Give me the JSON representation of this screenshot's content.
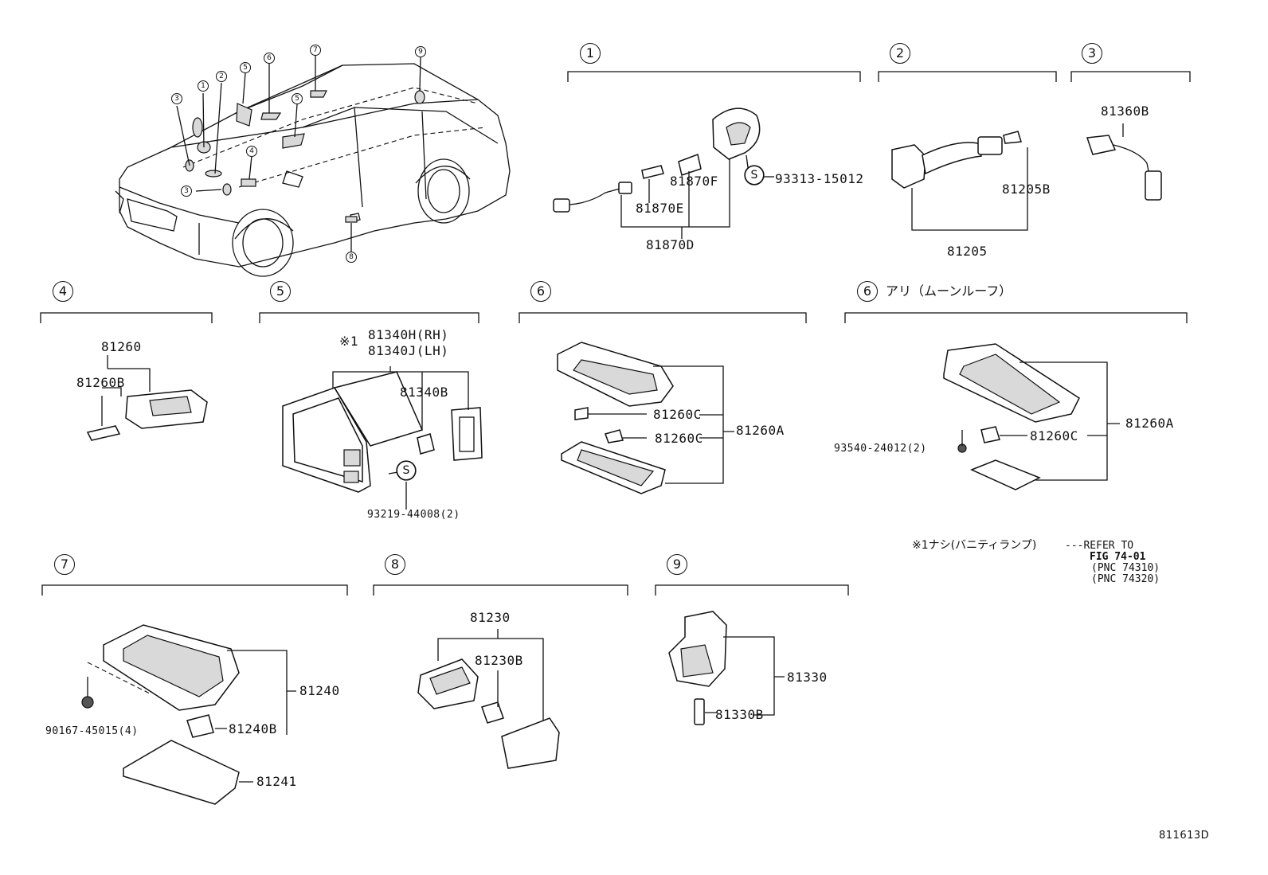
{
  "sections": {
    "s1": "1",
    "s2": "2",
    "s3": "3",
    "s4": "4",
    "s5": "5",
    "s6": "6",
    "s6b": "6",
    "s7": "7",
    "s8": "8",
    "s9": "9"
  },
  "car_callouts": [
    "3",
    "1",
    "2",
    "5",
    "6",
    "7",
    "9",
    "5",
    "4",
    "3",
    "8"
  ],
  "labels": {
    "p81870F": "81870F",
    "p81870E": "81870E",
    "p81870D": "81870D",
    "p93313": "93313-15012",
    "p81205B": "81205B",
    "p81205": "81205",
    "p81360B": "81360B",
    "p81260": "81260",
    "p81260B": "81260B",
    "p81340H": "81340H(RH)",
    "p81340J": "81340J(LH)",
    "p81340B": "81340B",
    "p93219": "93219-44008(2)",
    "p81260C_a": "81260C",
    "p81260C_b": "81260C",
    "p81260A": "81260A",
    "p93540": "93540-24012(2)",
    "p81260C_c": "81260C",
    "p81260A_b": "81260A",
    "p81240": "81240",
    "p90167": "90167-45015(4)",
    "p81240B": "81240B",
    "p81241": "81241",
    "p81230": "81230",
    "p81230B": "81230B",
    "p81330": "81330",
    "p81330B": "81330B",
    "s_symbol_1": "S",
    "s_symbol_2": "S",
    "note_mark": "※1",
    "section6b_title": "アリ（ムーンルーフ）",
    "footnote_mark": "※1ナシ(バニティランプ)",
    "footnote_line1": "---REFER TO",
    "footnote_line2": "FIG 74-01",
    "footnote_line3": "(PNC 74310)",
    "footnote_line4": "(PNC 74320)",
    "drawing_id": "811613D"
  }
}
